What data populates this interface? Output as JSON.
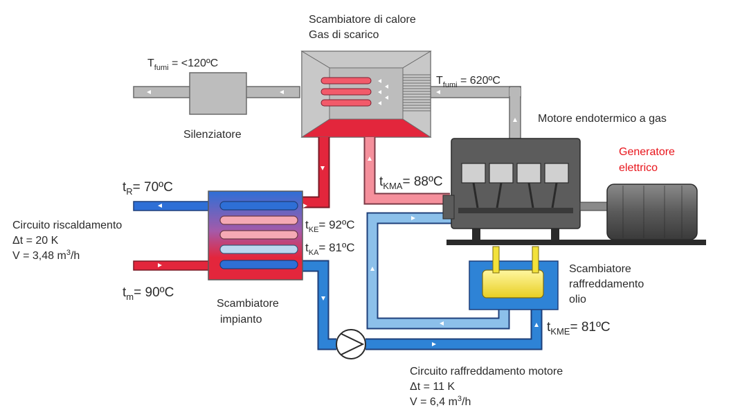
{
  "labels": {
    "hx_title_1": "Scambiatore di calore",
    "hx_title_2": "Gas di scarico",
    "tfumi_out_T": "T",
    "tfumi_out_sub": "fumi",
    "tfumi_out_val": " = <120ºC",
    "tfumi_in_T": "T",
    "tfumi_in_sub": "fumi",
    "tfumi_in_val": " = 620ºC",
    "silenziatore": "Silenziatore",
    "motore": "Motore endotermico a gas",
    "generatore_1": "Generatore",
    "generatore_2": "elettrico",
    "tR_t": "t",
    "tR_sub": "R",
    "tR_val": "= 70ºC",
    "tKMA_t": "t",
    "tKMA_sub": "KMA",
    "tKMA_val": "= 88ºC",
    "tKE_t": "t",
    "tKE_sub": "KE",
    "tKE_val": "= 92ºC",
    "tKA_t": "t",
    "tKA_sub": "KA",
    "tKA_val": "= 81ºC",
    "risc_1": "Circuito riscaldamento",
    "risc_2": "Δt = 20 K",
    "risc_3a": "V = 3,48 m",
    "risc_3sup": "3",
    "risc_3b": "/h",
    "tm_t": "t",
    "tm_sub": "m",
    "tm_val": "= 90ºC",
    "impianto_1": "Scambiatore",
    "impianto_2": "impianto",
    "olio_1": "Scambiatore",
    "olio_2": "raffreddamento",
    "olio_3": "olio",
    "tKME_t": "t",
    "tKME_sub": "KME",
    "tKME_val": "= 81ºC",
    "mot_1": "Circuito raffreddamento motore",
    "mot_2": "Δt = 11 K",
    "mot_3a": "V = 6,4 m",
    "mot_3sup": "3",
    "mot_3b": "/h"
  },
  "colors": {
    "red": "#e3263c",
    "blue": "#2e83d6",
    "gray": "#b9b9b9",
    "engine": "#5c5c5c",
    "oil": "#f3e23a",
    "label_red": "#e8141b"
  }
}
